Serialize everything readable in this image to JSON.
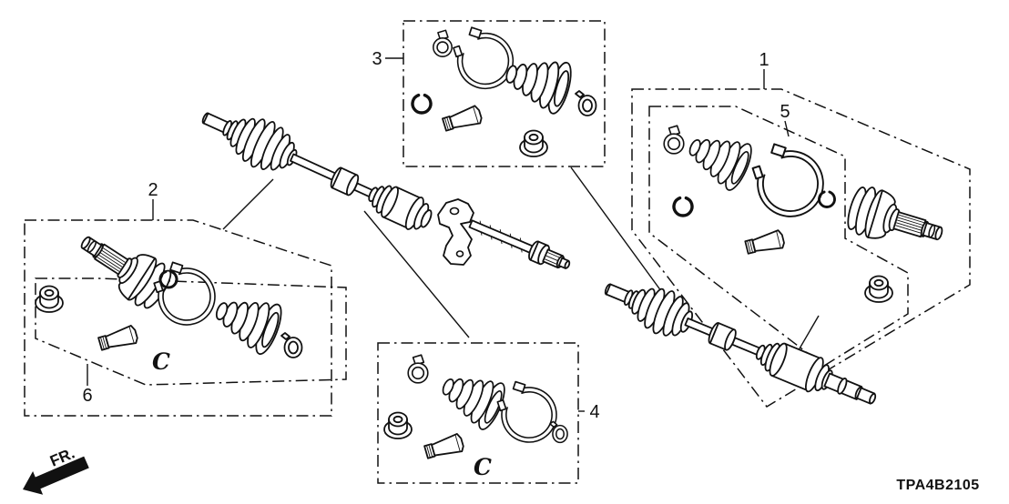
{
  "legend": {
    "code": "TPA4B2105",
    "front": "FR."
  },
  "callouts": [
    {
      "label": "1"
    },
    {
      "label": "2"
    },
    {
      "label": "3"
    },
    {
      "label": "4"
    },
    {
      "label": "5"
    },
    {
      "label": "6"
    }
  ],
  "grease_marks": {
    "box4": "C",
    "box6": "C"
  },
  "colors": {
    "line": "#111111",
    "background": "#ffffff"
  },
  "components": {
    "box1": [
      "outboard-joint",
      "spindle-nut"
    ],
    "box2": [
      "outboard-joint-splined"
    ],
    "box3": [
      "ear-clamp",
      "boot-band-large",
      "circlip",
      "grease-tube",
      "cv-boot",
      "small-ring-clamp",
      "spindle-nut"
    ],
    "box4": [
      "ear-clamp",
      "cv-boot",
      "spindle-nut",
      "grease-tube",
      "boot-band-large",
      "small-ring-clamp"
    ],
    "box5": [
      "ear-clamp",
      "cv-boot",
      "circlip",
      "boot-band-large",
      "circlip",
      "grease-tube"
    ],
    "box6": [
      "spindle-nut",
      "circlip",
      "boot-band-large",
      "grease-tube",
      "cv-boot",
      "small-ring-clamp"
    ],
    "loose": [
      "driveshaft-assembly-upper",
      "driveshaft-assembly-lower",
      "intermediate-shaft-with-bracket"
    ]
  }
}
